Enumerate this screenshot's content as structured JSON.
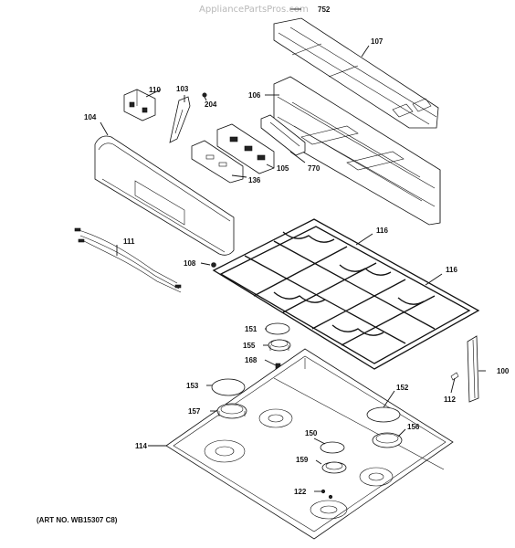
{
  "watermark": "AppliancePartsPros.com",
  "art_number": "(ART NO. WB15307 C8)",
  "callouts": {
    "p752": "752",
    "p107": "107",
    "p110": "110",
    "p103": "103",
    "p204": "204",
    "p106": "106",
    "p104": "104",
    "p770": "770",
    "p105": "105",
    "p136": "136",
    "p116a": "116",
    "p111": "111",
    "p116b": "116",
    "p108": "108",
    "p151": "151",
    "p155": "155",
    "p168": "168",
    "p100": "100",
    "p153": "153",
    "p152": "152",
    "p112": "112",
    "p157": "157",
    "p156": "156",
    "p150": "150",
    "p114": "114",
    "p159": "159",
    "p122": "122"
  }
}
